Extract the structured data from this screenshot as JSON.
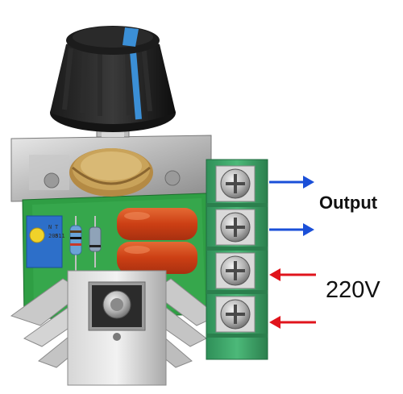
{
  "labels": {
    "output": "Output",
    "voltage": "220V"
  },
  "trimmer_marking": [
    "N",
    "205",
    "T",
    "811"
  ],
  "icons": {
    "output_arrows": "arrow-right-icon",
    "input_arrows": "arrow-left-icon"
  },
  "colors": {
    "output_arrow": "#1a4fd8",
    "input_arrow": "#e0141c",
    "pcb": "#2f9e44",
    "terminal_block": "#3fa66a",
    "capacitor": "#d94a1a",
    "knob_stripe": "#3b8fd6"
  }
}
